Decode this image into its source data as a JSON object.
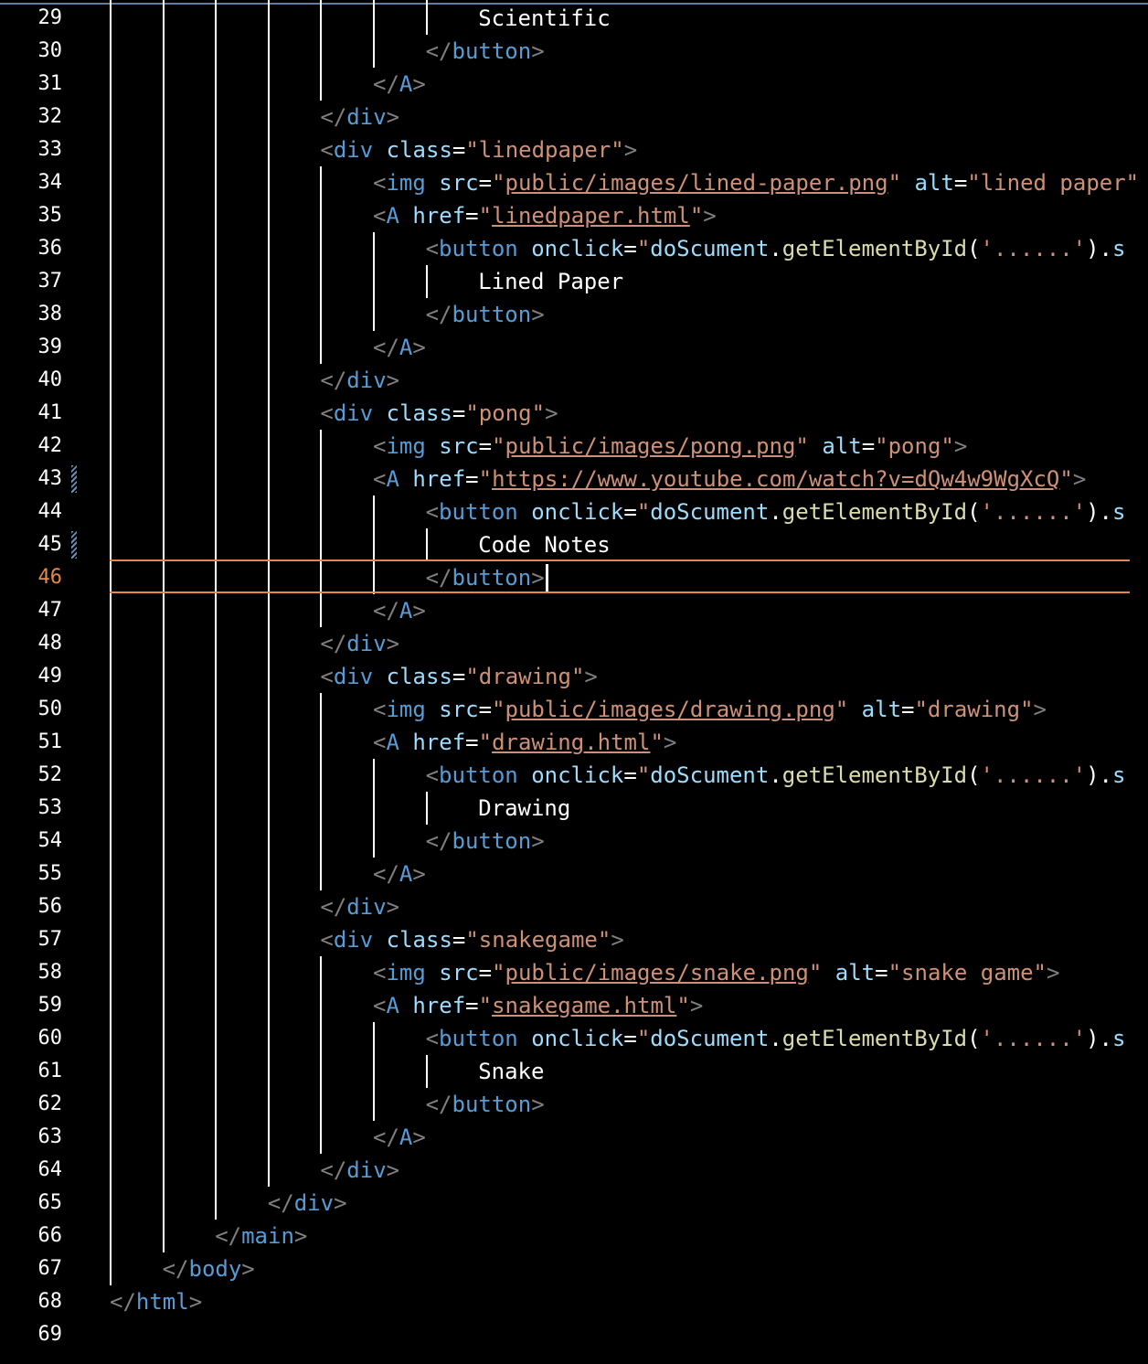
{
  "editor": {
    "first_line": 29,
    "active_line": 46,
    "lines": [
      {
        "n": "29",
        "indent": 7,
        "tokens": [
          [
            "txt",
            "Scientific"
          ]
        ]
      },
      {
        "n": "30",
        "indent": 6,
        "tokens": [
          [
            "punc",
            "</"
          ],
          [
            "tag",
            "button"
          ],
          [
            "punc",
            ">"
          ]
        ]
      },
      {
        "n": "31",
        "indent": 5,
        "tokens": [
          [
            "punc",
            "</"
          ],
          [
            "tag",
            "A"
          ],
          [
            "punc",
            ">"
          ]
        ]
      },
      {
        "n": "32",
        "indent": 4,
        "tokens": [
          [
            "punc",
            "</"
          ],
          [
            "tag",
            "div"
          ],
          [
            "punc",
            ">"
          ]
        ]
      },
      {
        "n": "33",
        "indent": 4,
        "tokens": [
          [
            "punc",
            "<"
          ],
          [
            "tag",
            "div"
          ],
          [
            "txt",
            " "
          ],
          [
            "attr",
            "class"
          ],
          [
            "txt",
            "="
          ],
          [
            "str",
            "\"linedpaper\""
          ],
          [
            "punc",
            ">"
          ]
        ]
      },
      {
        "n": "34",
        "indent": 5,
        "tokens": [
          [
            "punc",
            "<"
          ],
          [
            "tag",
            "img"
          ],
          [
            "txt",
            " "
          ],
          [
            "attr",
            "src"
          ],
          [
            "txt",
            "="
          ],
          [
            "str",
            "\""
          ],
          [
            "link",
            "public/images/lined-paper.png"
          ],
          [
            "str",
            "\""
          ],
          [
            "txt",
            " "
          ],
          [
            "attr",
            "alt"
          ],
          [
            "txt",
            "="
          ],
          [
            "str",
            "\"lined paper\""
          ]
        ]
      },
      {
        "n": "35",
        "indent": 5,
        "tokens": [
          [
            "punc",
            "<"
          ],
          [
            "tag",
            "A"
          ],
          [
            "txt",
            " "
          ],
          [
            "attr",
            "href"
          ],
          [
            "txt",
            "="
          ],
          [
            "str",
            "\""
          ],
          [
            "link",
            "linedpaper.html"
          ],
          [
            "str",
            "\""
          ],
          [
            "punc",
            ">"
          ]
        ]
      },
      {
        "n": "36",
        "indent": 6,
        "tokens": [
          [
            "punc",
            "<"
          ],
          [
            "tag",
            "button"
          ],
          [
            "txt",
            " "
          ],
          [
            "attr",
            "onclick"
          ],
          [
            "txt",
            "="
          ],
          [
            "str",
            "\""
          ],
          [
            "attr",
            "doScument"
          ],
          [
            "txt",
            "."
          ],
          [
            "fn",
            "getElementById"
          ],
          [
            "txt",
            "("
          ],
          [
            "str",
            "'......'"
          ],
          [
            "txt",
            ")."
          ],
          [
            "attr",
            "s"
          ]
        ]
      },
      {
        "n": "37",
        "indent": 7,
        "tokens": [
          [
            "txt",
            "Lined Paper"
          ]
        ]
      },
      {
        "n": "38",
        "indent": 6,
        "tokens": [
          [
            "punc",
            "</"
          ],
          [
            "tag",
            "button"
          ],
          [
            "punc",
            ">"
          ]
        ]
      },
      {
        "n": "39",
        "indent": 5,
        "tokens": [
          [
            "punc",
            "</"
          ],
          [
            "tag",
            "A"
          ],
          [
            "punc",
            ">"
          ]
        ]
      },
      {
        "n": "40",
        "indent": 4,
        "tokens": [
          [
            "punc",
            "</"
          ],
          [
            "tag",
            "div"
          ],
          [
            "punc",
            ">"
          ]
        ]
      },
      {
        "n": "41",
        "indent": 4,
        "tokens": [
          [
            "punc",
            "<"
          ],
          [
            "tag",
            "div"
          ],
          [
            "txt",
            " "
          ],
          [
            "attr",
            "class"
          ],
          [
            "txt",
            "="
          ],
          [
            "str",
            "\"pong\""
          ],
          [
            "punc",
            ">"
          ]
        ]
      },
      {
        "n": "42",
        "indent": 5,
        "tokens": [
          [
            "punc",
            "<"
          ],
          [
            "tag",
            "img"
          ],
          [
            "txt",
            " "
          ],
          [
            "attr",
            "src"
          ],
          [
            "txt",
            "="
          ],
          [
            "str",
            "\""
          ],
          [
            "link",
            "public/images/pong.png"
          ],
          [
            "str",
            "\""
          ],
          [
            "txt",
            " "
          ],
          [
            "attr",
            "alt"
          ],
          [
            "txt",
            "="
          ],
          [
            "str",
            "\"pong\""
          ],
          [
            "punc",
            ">"
          ]
        ]
      },
      {
        "n": "43",
        "indent": 5,
        "tokens": [
          [
            "punc",
            "<"
          ],
          [
            "tag",
            "A"
          ],
          [
            "txt",
            " "
          ],
          [
            "attr",
            "href"
          ],
          [
            "txt",
            "="
          ],
          [
            "str",
            "\""
          ],
          [
            "link",
            "https://www.youtube.com/watch?v=dQw4w9WgXcQ"
          ],
          [
            "str",
            "\""
          ],
          [
            "punc",
            ">"
          ]
        ]
      },
      {
        "n": "44",
        "indent": 6,
        "tokens": [
          [
            "punc",
            "<"
          ],
          [
            "tag",
            "button"
          ],
          [
            "txt",
            " "
          ],
          [
            "attr",
            "onclick"
          ],
          [
            "txt",
            "="
          ],
          [
            "str",
            "\""
          ],
          [
            "attr",
            "doScument"
          ],
          [
            "txt",
            "."
          ],
          [
            "fn",
            "getElementById"
          ],
          [
            "txt",
            "("
          ],
          [
            "str",
            "'......'"
          ],
          [
            "txt",
            ")."
          ],
          [
            "attr",
            "s"
          ]
        ]
      },
      {
        "n": "45",
        "indent": 7,
        "tokens": [
          [
            "txt",
            "Code Notes"
          ]
        ]
      },
      {
        "n": "46",
        "indent": 6,
        "tokens": [
          [
            "punc",
            "</"
          ],
          [
            "tag",
            "button"
          ],
          [
            "punc",
            ">"
          ]
        ]
      },
      {
        "n": "47",
        "indent": 5,
        "tokens": [
          [
            "punc",
            "</"
          ],
          [
            "tag",
            "A"
          ],
          [
            "punc",
            ">"
          ]
        ]
      },
      {
        "n": "48",
        "indent": 4,
        "tokens": [
          [
            "punc",
            "</"
          ],
          [
            "tag",
            "div"
          ],
          [
            "punc",
            ">"
          ]
        ]
      },
      {
        "n": "49",
        "indent": 4,
        "tokens": [
          [
            "punc",
            "<"
          ],
          [
            "tag",
            "div"
          ],
          [
            "txt",
            " "
          ],
          [
            "attr",
            "class"
          ],
          [
            "txt",
            "="
          ],
          [
            "str",
            "\"drawing\""
          ],
          [
            "punc",
            ">"
          ]
        ]
      },
      {
        "n": "50",
        "indent": 5,
        "tokens": [
          [
            "punc",
            "<"
          ],
          [
            "tag",
            "img"
          ],
          [
            "txt",
            " "
          ],
          [
            "attr",
            "src"
          ],
          [
            "txt",
            "="
          ],
          [
            "str",
            "\""
          ],
          [
            "link",
            "public/images/drawing.png"
          ],
          [
            "str",
            "\""
          ],
          [
            "txt",
            " "
          ],
          [
            "attr",
            "alt"
          ],
          [
            "txt",
            "="
          ],
          [
            "str",
            "\"drawing\""
          ],
          [
            "punc",
            ">"
          ]
        ]
      },
      {
        "n": "51",
        "indent": 5,
        "tokens": [
          [
            "punc",
            "<"
          ],
          [
            "tag",
            "A"
          ],
          [
            "txt",
            " "
          ],
          [
            "attr",
            "href"
          ],
          [
            "txt",
            "="
          ],
          [
            "str",
            "\""
          ],
          [
            "link",
            "drawing.html"
          ],
          [
            "str",
            "\""
          ],
          [
            "punc",
            ">"
          ]
        ]
      },
      {
        "n": "52",
        "indent": 6,
        "tokens": [
          [
            "punc",
            "<"
          ],
          [
            "tag",
            "button"
          ],
          [
            "txt",
            " "
          ],
          [
            "attr",
            "onclick"
          ],
          [
            "txt",
            "="
          ],
          [
            "str",
            "\""
          ],
          [
            "attr",
            "doScument"
          ],
          [
            "txt",
            "."
          ],
          [
            "fn",
            "getElementById"
          ],
          [
            "txt",
            "("
          ],
          [
            "str",
            "'......'"
          ],
          [
            "txt",
            ")."
          ],
          [
            "attr",
            "s"
          ]
        ]
      },
      {
        "n": "53",
        "indent": 7,
        "tokens": [
          [
            "txt",
            "Drawing"
          ]
        ]
      },
      {
        "n": "54",
        "indent": 6,
        "tokens": [
          [
            "punc",
            "</"
          ],
          [
            "tag",
            "button"
          ],
          [
            "punc",
            ">"
          ]
        ]
      },
      {
        "n": "55",
        "indent": 5,
        "tokens": [
          [
            "punc",
            "</"
          ],
          [
            "tag",
            "A"
          ],
          [
            "punc",
            ">"
          ]
        ]
      },
      {
        "n": "56",
        "indent": 4,
        "tokens": [
          [
            "punc",
            "</"
          ],
          [
            "tag",
            "div"
          ],
          [
            "punc",
            ">"
          ]
        ]
      },
      {
        "n": "57",
        "indent": 4,
        "tokens": [
          [
            "punc",
            "<"
          ],
          [
            "tag",
            "div"
          ],
          [
            "txt",
            " "
          ],
          [
            "attr",
            "class"
          ],
          [
            "txt",
            "="
          ],
          [
            "str",
            "\"snakegame\""
          ],
          [
            "punc",
            ">"
          ]
        ]
      },
      {
        "n": "58",
        "indent": 5,
        "tokens": [
          [
            "punc",
            "<"
          ],
          [
            "tag",
            "img"
          ],
          [
            "txt",
            " "
          ],
          [
            "attr",
            "src"
          ],
          [
            "txt",
            "="
          ],
          [
            "str",
            "\""
          ],
          [
            "link",
            "public/images/snake.png"
          ],
          [
            "str",
            "\""
          ],
          [
            "txt",
            " "
          ],
          [
            "attr",
            "alt"
          ],
          [
            "txt",
            "="
          ],
          [
            "str",
            "\"snake game\""
          ],
          [
            "punc",
            ">"
          ]
        ]
      },
      {
        "n": "59",
        "indent": 5,
        "tokens": [
          [
            "punc",
            "<"
          ],
          [
            "tag",
            "A"
          ],
          [
            "txt",
            " "
          ],
          [
            "attr",
            "href"
          ],
          [
            "txt",
            "="
          ],
          [
            "str",
            "\""
          ],
          [
            "link",
            "snakegame.html"
          ],
          [
            "str",
            "\""
          ],
          [
            "punc",
            ">"
          ]
        ]
      },
      {
        "n": "60",
        "indent": 6,
        "tokens": [
          [
            "punc",
            "<"
          ],
          [
            "tag",
            "button"
          ],
          [
            "txt",
            " "
          ],
          [
            "attr",
            "onclick"
          ],
          [
            "txt",
            "="
          ],
          [
            "str",
            "\""
          ],
          [
            "attr",
            "doScument"
          ],
          [
            "txt",
            "."
          ],
          [
            "fn",
            "getElementById"
          ],
          [
            "txt",
            "("
          ],
          [
            "str",
            "'......'"
          ],
          [
            "txt",
            ")."
          ],
          [
            "attr",
            "s"
          ]
        ]
      },
      {
        "n": "61",
        "indent": 7,
        "tokens": [
          [
            "txt",
            "Snake"
          ]
        ]
      },
      {
        "n": "62",
        "indent": 6,
        "tokens": [
          [
            "punc",
            "</"
          ],
          [
            "tag",
            "button"
          ],
          [
            "punc",
            ">"
          ]
        ]
      },
      {
        "n": "63",
        "indent": 5,
        "tokens": [
          [
            "punc",
            "</"
          ],
          [
            "tag",
            "A"
          ],
          [
            "punc",
            ">"
          ]
        ]
      },
      {
        "n": "64",
        "indent": 4,
        "tokens": [
          [
            "punc",
            "</"
          ],
          [
            "tag",
            "div"
          ],
          [
            "punc",
            ">"
          ]
        ]
      },
      {
        "n": "65",
        "indent": 3,
        "tokens": [
          [
            "punc",
            "</"
          ],
          [
            "tag",
            "div"
          ],
          [
            "punc",
            ">"
          ]
        ]
      },
      {
        "n": "66",
        "indent": 2,
        "tokens": [
          [
            "punc",
            "</"
          ],
          [
            "tag",
            "main"
          ],
          [
            "punc",
            ">"
          ]
        ]
      },
      {
        "n": "67",
        "indent": 1,
        "tokens": [
          [
            "punc",
            "</"
          ],
          [
            "tag",
            "body"
          ],
          [
            "punc",
            ">"
          ]
        ]
      },
      {
        "n": "68",
        "indent": 0,
        "tokens": [
          [
            "punc",
            "</"
          ],
          [
            "tag",
            "html"
          ],
          [
            "punc",
            ">"
          ]
        ]
      },
      {
        "n": "69",
        "indent": 0,
        "tokens": []
      }
    ]
  },
  "colors": {
    "background": "#000000",
    "tag": "#569cd6",
    "attribute": "#9cdcfe",
    "string": "#ce9178",
    "function": "#dcdcaa",
    "active_line_number": "#e2894a",
    "line_highlight_border": "#e2894a"
  }
}
